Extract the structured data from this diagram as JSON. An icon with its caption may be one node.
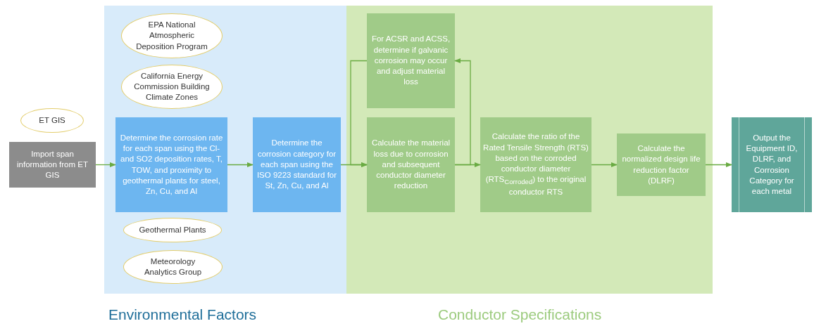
{
  "diagram": {
    "nodes": [
      {
        "text": [
          "ET GIS"
        ]
      },
      {
        "text": [
          "Import span information from ET GIS"
        ]
      },
      {
        "text": [
          "Environmental Factors"
        ]
      },
      {
        "text": [
          "EPA National Atmospheric Deposition Program"
        ],
        "in": 2
      },
      {
        "text": [
          "California Energy Commission Building Climate Zones"
        ],
        "in": 2
      },
      {
        "text": [
          "Determine the corrosion rate for each span using the Cl- and SO2 deposition rates, T, TOW, and proximity to geothermal plants for steel, Zn, Cu, and Al"
        ],
        "in": 2
      },
      {
        "text": [
          "Geothermal Plants"
        ],
        "in": 2
      },
      {
        "text": [
          "Meteorology Analytics Group"
        ],
        "in": 2
      },
      {
        "text": [
          "Determine the corrosion category for each span using the ISO 9223 standard for St, Zn, Cu, and Al"
        ],
        "in": 2
      },
      {
        "text": [
          "Conductor Specifications"
        ]
      },
      {
        "text": [
          "For ACSR and ACSS, determine if galvanic corrosion may occur and adjust material loss"
        ],
        "in": 9
      },
      {
        "text": [
          "Calculate the material loss due to corrosion and subsequent conductor diameter reduction"
        ],
        "in": 9
      },
      {
        "text": [
          "Calculate the ratio of the Rated Tensile Strength (RTS) based on the corroded conductor diameter (RTS$_{Corroded}$) to the original conductor RTS"
        ],
        "in": 9
      },
      {
        "text": [
          "Calculate the normalized design life reduction factor (DLRF)"
        ],
        "in": 9
      },
      {
        "text": [
          "Output the Equipment ID, DLRF, and Corrosion Category for each metal"
        ]
      }
    ],
    "edges": [
      {
        "from": 1,
        "to": 5,
        "arrow": "to"
      },
      {
        "from": 5,
        "to": 8,
        "arrow": "to"
      },
      {
        "from": 8,
        "to": 11,
        "arrow": "to"
      },
      {
        "from": 11,
        "to": 10,
        "arrow": "to"
      },
      {
        "from": 10,
        "to": 11,
        "arrow": "to"
      },
      {
        "from": 11,
        "to": 12,
        "arrow": "to"
      },
      {
        "from": 12,
        "to": 13,
        "arrow": "to"
      },
      {
        "from": 13,
        "to": 14,
        "arrow": "to"
      }
    ]
  }
}
